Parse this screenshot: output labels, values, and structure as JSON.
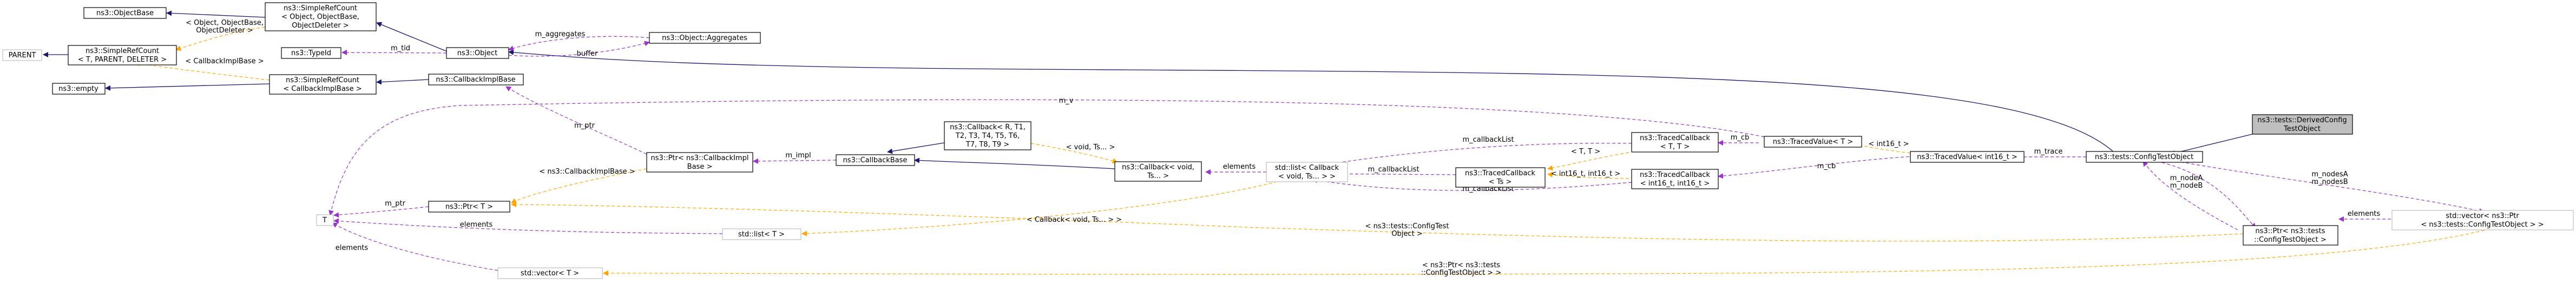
{
  "diagram": {
    "nodes": {
      "objectbase": {
        "lines": [
          "ns3::ObjectBase"
        ]
      },
      "srefcount_object": {
        "lines": [
          "ns3::SimpleRefCount",
          "< Object, ObjectBase,",
          "ObjectDeleter >"
        ]
      },
      "object": {
        "lines": [
          "ns3::Object"
        ]
      },
      "aggregates": {
        "lines": [
          "ns3::Object::Aggregates"
        ]
      },
      "parent": {
        "lines": [
          "PARENT"
        ]
      },
      "srefcount_t": {
        "lines": [
          "ns3::SimpleRefCount",
          "< T, PARENT, DELETER >"
        ]
      },
      "typeid": {
        "lines": [
          "ns3::TypeId"
        ]
      },
      "empty": {
        "lines": [
          "ns3::empty"
        ]
      },
      "srefcount_cbimpl": {
        "lines": [
          "ns3::SimpleRefCount",
          "< CallbackImplBase >"
        ]
      },
      "cbimplbase": {
        "lines": [
          "ns3::CallbackImplBase"
        ]
      },
      "ptr_cbimpl": {
        "lines": [
          "ns3::Ptr< ns3::CallbackImpl",
          "Base >"
        ]
      },
      "cbbase": {
        "lines": [
          "ns3::CallbackBase"
        ]
      },
      "callback_t": {
        "lines": [
          "ns3::Callback< R, T1,",
          "T2, T3, T4, T5, T6,",
          "T7, T8, T9 >"
        ]
      },
      "callback_void": {
        "lines": [
          "ns3::Callback< void,",
          "Ts... >"
        ]
      },
      "list_cb": {
        "lines": [
          "std::list< Callback",
          "< void, Ts... > >"
        ]
      },
      "tcb_ts": {
        "lines": [
          "ns3::TracedCallback",
          "< Ts >"
        ]
      },
      "tcb_tt": {
        "lines": [
          "ns3::TracedCallback",
          "< T, T >"
        ]
      },
      "tcb_int16": {
        "lines": [
          "ns3::TracedCallback",
          "< int16_t, int16_t >"
        ]
      },
      "tv_t": {
        "lines": [
          "ns3::TracedValue< T >"
        ]
      },
      "tv_int16": {
        "lines": [
          "ns3::TracedValue< int16_t >"
        ]
      },
      "configtest": {
        "lines": [
          "ns3::tests::ConfigTestObject"
        ]
      },
      "derived": {
        "lines": [
          "ns3::tests::DerivedConfig",
          "TestObject"
        ]
      },
      "t": {
        "lines": [
          "T"
        ]
      },
      "ptr_t": {
        "lines": [
          "ns3::Ptr< T >"
        ]
      },
      "list_t": {
        "lines": [
          "std::list< T >"
        ]
      },
      "vector_t": {
        "lines": [
          "std::vector< T >"
        ]
      },
      "ptr_config": {
        "lines": [
          "ns3::Ptr< ns3::tests",
          "::ConfigTestObject >"
        ]
      },
      "vector_ptr": {
        "lines": [
          "std::vector< ns3::Ptr",
          "< ns3::tests::ConfigTestObject > >"
        ]
      }
    },
    "edge_labels": {
      "aggregates": "m_aggregates",
      "buffer": "buffer",
      "tid": "m_tid",
      "srefcount_obj_tpl": [
        "< Object, ObjectBase,",
        "ObjectDeleter >"
      ],
      "srefcount_cbimpl_tpl": "< CallbackImplBase >",
      "ptr": "m_ptr",
      "impl": "m_impl",
      "void_ts": "< void, Ts... >",
      "elements_list": "elements",
      "callbacklist_tt": "m_callbackList",
      "callbacklist_ts": "m_callbackList",
      "callbacklist_int16": "m_callbackList",
      "cb_tv": "m_cb",
      "cb_int16": "m_cb",
      "tt": "< T, T >",
      "int16_pair": "< int16_t, int16_t >",
      "int16": "< int16_t >",
      "trace": "m_trace",
      "node_ab": [
        "m_nodeA",
        "m_nodeB"
      ],
      "nodes_ab": [
        "m_nodesA",
        "m_nodesB"
      ],
      "elements_vec": "elements",
      "v": "m_v",
      "ptr_t_label": "m_ptr",
      "cbimplbase_tpl": "< ns3::CallbackImplBase >",
      "cb_void_ts_tpl": "< Callback< void, Ts... > >",
      "ptr_config_tpl": [
        "< ns3::tests::ConfigTest",
        "Object >"
      ],
      "elements_list_t": "elements",
      "elements_vector_t": "elements",
      "vec_ptr_tpl": [
        "< ns3::Ptr< ns3::tests",
        "::ConfigTestObject > >"
      ]
    },
    "colors": {
      "inheritance": "#191970",
      "usage": "#9a32cd",
      "template": "#ffa500",
      "focus_fill": "#bfbfbf",
      "grey_border": "#bfbfbf"
    }
  }
}
